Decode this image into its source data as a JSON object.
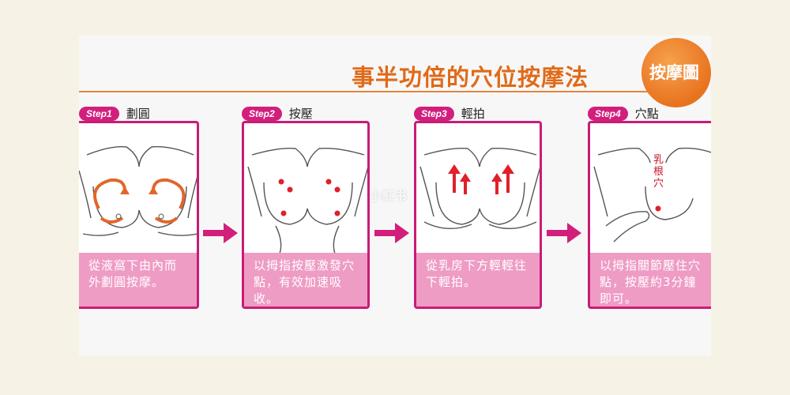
{
  "title": "事半功倍的穴位按摩法",
  "badge": "按摩圖",
  "watermark": "小紅书",
  "steps": [
    {
      "tag": "Step1",
      "name": "劃圓",
      "caption": "從液窩下由內而外劃圓按摩。"
    },
    {
      "tag": "Step2",
      "name": "按壓",
      "caption": "以拇指按壓激發穴點，有效加速吸收。"
    },
    {
      "tag": "Step3",
      "name": "輕拍",
      "caption": "從乳房下方輕輕往下輕拍。"
    },
    {
      "tag": "Step4",
      "name": "穴點",
      "caption": "以拇指關節壓住穴點，按壓約3分鐘即可。",
      "point_label": "乳根穴"
    }
  ],
  "colors": {
    "accent": "#d21f7c",
    "title": "#e06a18",
    "caption_bg": "#ee9cc4",
    "badge": "#e8731f"
  }
}
